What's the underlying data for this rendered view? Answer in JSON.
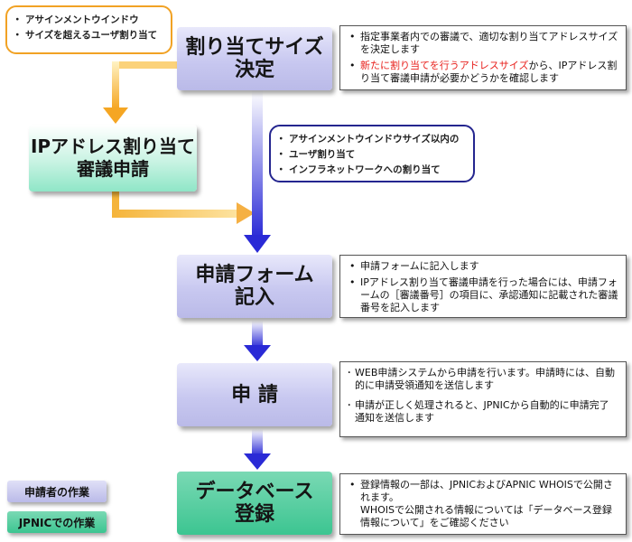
{
  "callouts": {
    "assign_over": {
      "lines": [
        "アサインメントウインドウ",
        "サイズを超えるユーザ割り当て"
      ]
    },
    "assign_within": {
      "lines": [
        "アサインメントウインドウサイズ以内の",
        "ユーザ割り当て",
        "インフラネットワークへの割り当て"
      ]
    }
  },
  "steps": {
    "decide": {
      "line1": "割り当てサイズ",
      "line2": "決定"
    },
    "review": {
      "line1": "IPアドレス割り当て",
      "line2": "審議申請"
    },
    "form": {
      "line1": "申請フォーム",
      "line2": "記入"
    },
    "apply": {
      "line1": "申 請"
    },
    "database": {
      "line1": "データベース",
      "line2": "登録"
    }
  },
  "descriptions": {
    "decide": {
      "item1": "指定事業者内での審議で、適切な割り当てアドレスサイズを決定します",
      "item2_red": "新たに割り当てを行うアドレスサイズ",
      "item2_rest": "から、IPアドレス割り当て審議申請が必要かどうかを確認します"
    },
    "form": {
      "item1": "申請フォームに記入します",
      "item2": "IPアドレス割り当て審議申請を行った場合には、申請フォームの［審議番号］の項目に、承認通知に記載された審議番号を記入します"
    },
    "apply": {
      "item1": "WEB申請システムから申請を行います。申請時には、自動的に申請受領通知を送信します",
      "item2": "申請が正しく処理されると、JPNICから自動的に申請完了通知を送信します"
    },
    "database": {
      "item1_a": "登録情報の一部は、JPNICおよびAPNIC WHOISで公開されます。",
      "item1_b": "WHOISで公開される情報については「データベース登録情報について」をご確認ください"
    }
  },
  "legend": {
    "applicant": "申請者の作業",
    "jpnic": "JPNICでの作業"
  },
  "colors": {
    "accent_orange": "#f1a224",
    "accent_blue": "#24258f",
    "highlight_red": "#e8201c",
    "step_lavender": "#c8c8f0",
    "step_green": "#3cc591"
  }
}
